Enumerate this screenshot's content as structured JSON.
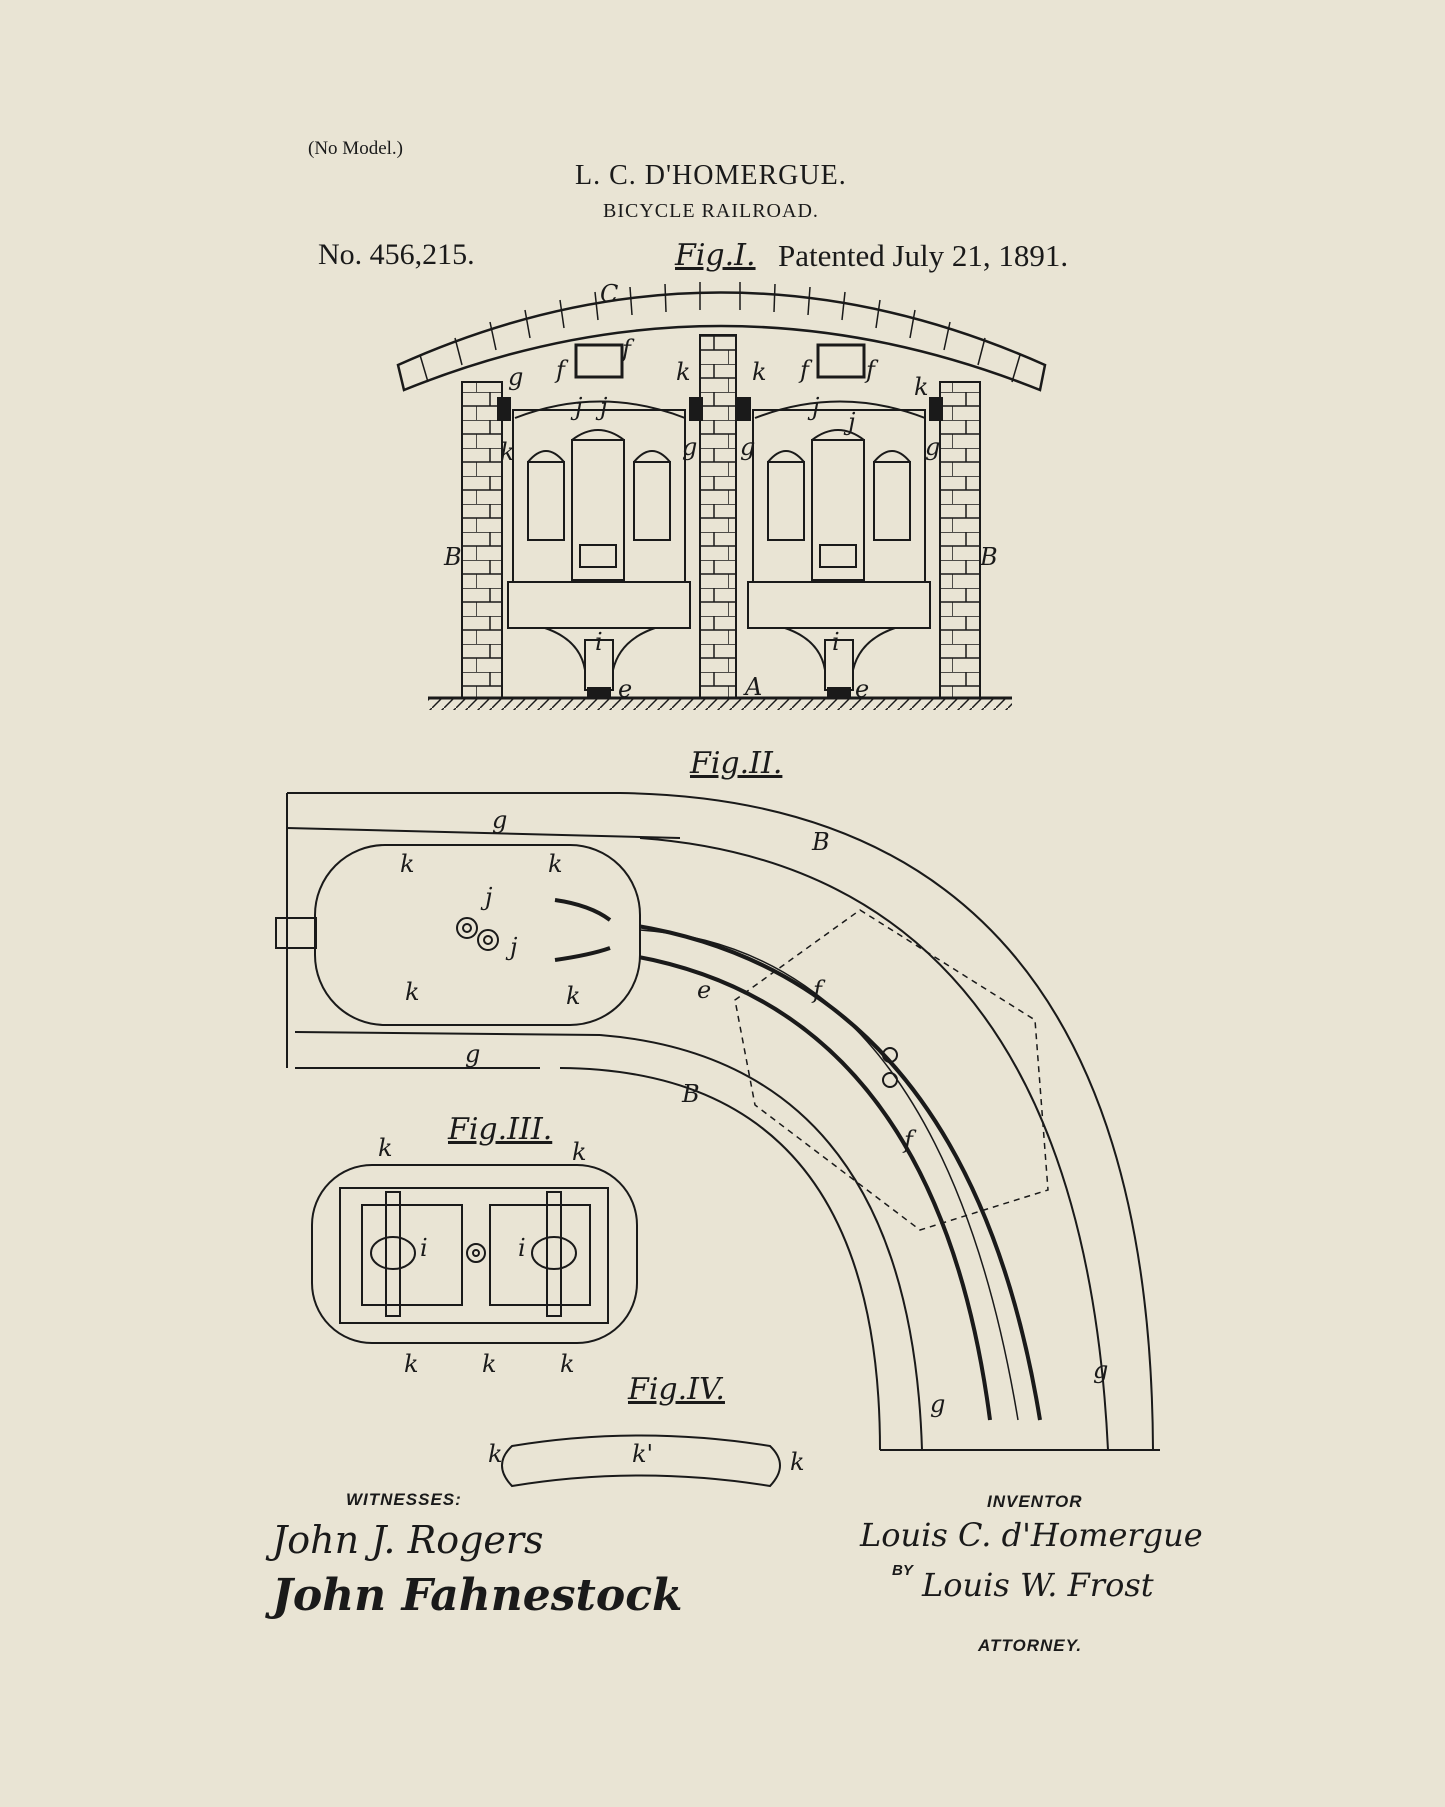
{
  "header": {
    "no_model": "(No Model.)",
    "inventor_name": "L. C. D'HOMERGUE.",
    "title": "BICYCLE RAILROAD.",
    "patent_number": "No. 456,215.",
    "patented": "Patented July 21, 1891."
  },
  "figures": {
    "fig1": "Fig.I.",
    "fig2": "Fig.II.",
    "fig3": "Fig.III.",
    "fig4": "Fig.IV."
  },
  "labels": {
    "fig1": [
      "C",
      "B",
      "B",
      "A",
      "e",
      "e",
      "f",
      "f",
      "f",
      "f",
      "g",
      "g",
      "g",
      "g",
      "j",
      "j",
      "j",
      "j",
      "k",
      "k",
      "k",
      "k",
      "i",
      "i"
    ],
    "fig2": [
      "B",
      "B",
      "g",
      "g",
      "g",
      "g",
      "k",
      "k",
      "k",
      "k",
      "j",
      "j",
      "e",
      "f",
      "f"
    ],
    "fig3": [
      "k",
      "k",
      "k",
      "k",
      "k",
      "i",
      "i"
    ],
    "fig4": [
      "k",
      "k'",
      "k"
    ]
  },
  "footer": {
    "witnesses_label": "WITNESSES:",
    "witness_1": "John J. Rogers",
    "witness_2": "John Fahnestock",
    "inventor_label": "INVENTOR",
    "inventor_signature": "Louis C. d'Homergue",
    "by_label": "BY",
    "attorney_signature": "Louis W. Frost",
    "attorney_label": "ATTORNEY."
  }
}
